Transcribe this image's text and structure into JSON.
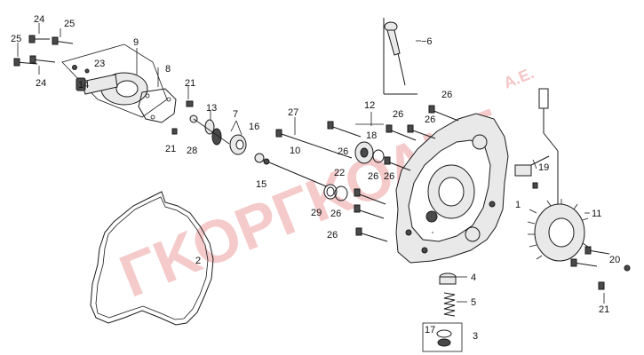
{
  "watermark": {
    "text": "ΓΚΟΡΓΚΟΛΗΣ",
    "suffix": "Α.Ε."
  },
  "colors": {
    "watermark": "#f2b8b8",
    "line": "#1a1a1a",
    "background": "#ffffff"
  },
  "labels": {
    "l24a": "24",
    "l25a": "25",
    "l25b": "25",
    "l24b": "24",
    "l9": "9",
    "l23": "23",
    "l14": "14",
    "l8": "8",
    "l21a": "21",
    "l21b": "21",
    "l13": "13",
    "l7": "7",
    "l16": "16",
    "l28": "28",
    "l27": "27",
    "l10": "10",
    "l15": "15",
    "l12": "12",
    "l18": "18",
    "l26a": "26",
    "l26b": "26",
    "l26c": "26",
    "l26d": "26",
    "l26e": "26",
    "l26f": "26",
    "l26g": "26",
    "l22": "22",
    "l29": "29",
    "l6": "−6",
    "l2": "2",
    "l1": "1",
    "l19": "19",
    "l11": "11",
    "l20": "20",
    "l21c": "21",
    "l4": "4",
    "l5": "5",
    "l17": "17",
    "l3": "3"
  }
}
